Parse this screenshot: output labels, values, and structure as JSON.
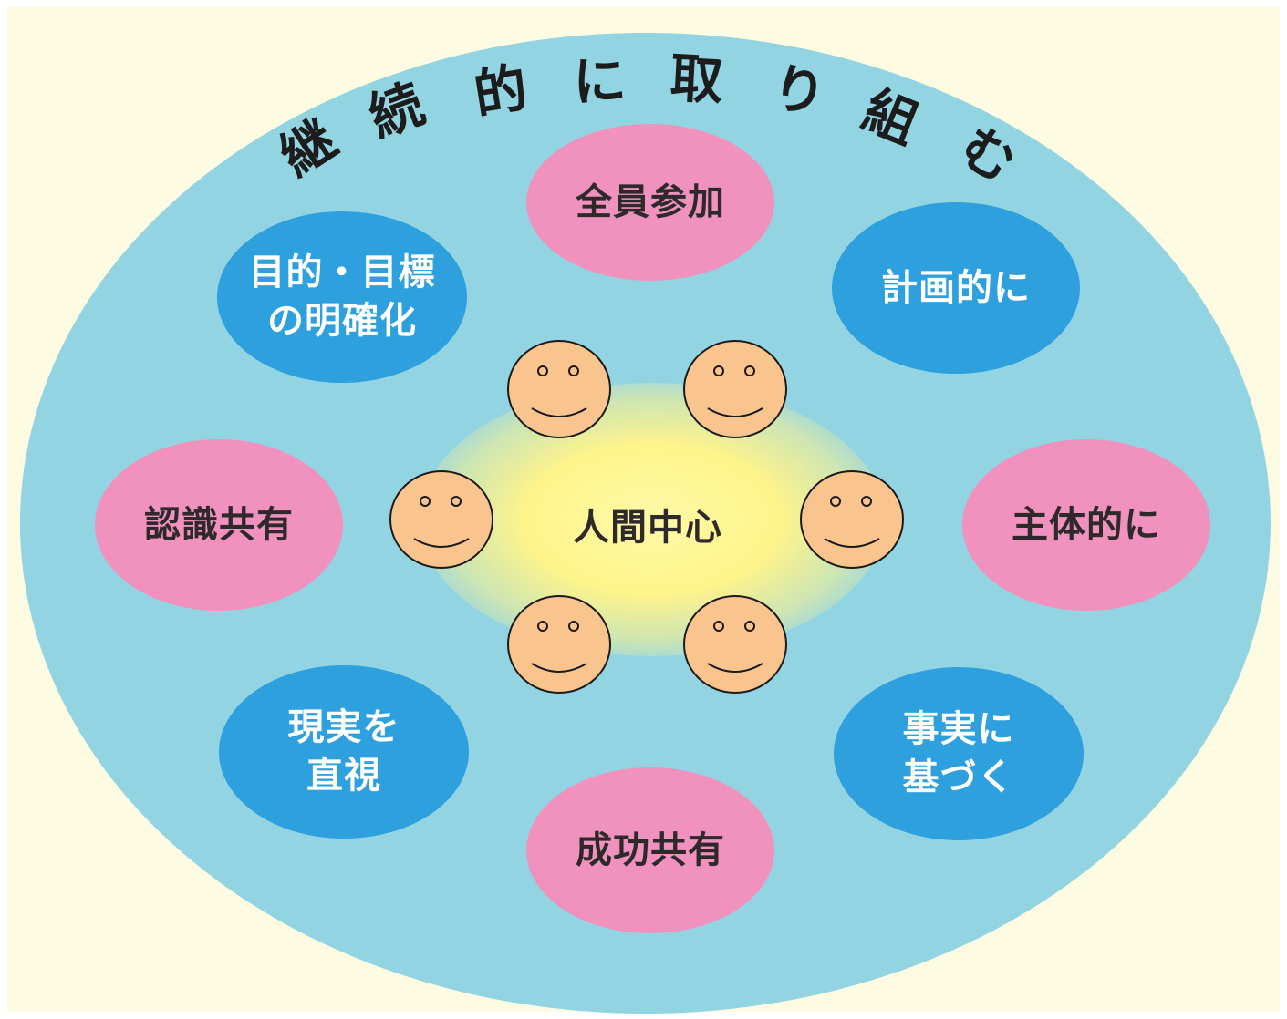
{
  "arc_title": [
    "継",
    "続",
    "的",
    "に",
    "取",
    "り",
    "組",
    "む"
  ],
  "center": "人間中心",
  "bubbles": {
    "zenin_sanka": "全員参加",
    "keikaku": [
      "計画的に"
    ],
    "shutai": "主体的に",
    "jijitsu": [
      "事実に",
      "基づく"
    ],
    "seiko": "成功共有",
    "genjitsu": [
      "現実を",
      "直視"
    ],
    "ninshiki": "認識共有",
    "mokuteki": [
      "目的・目標",
      "の明確化"
    ]
  },
  "colors": {
    "background": "#fdfbe2",
    "outer_ellipse": "#93d4e3",
    "pink_bubble": "#f092bd",
    "blue_bubble": "#2da0dd",
    "center_glow": "#fff48a",
    "face": "#fac48f"
  },
  "faces": {
    "count": 6,
    "icon": "smiley-face-icon"
  }
}
